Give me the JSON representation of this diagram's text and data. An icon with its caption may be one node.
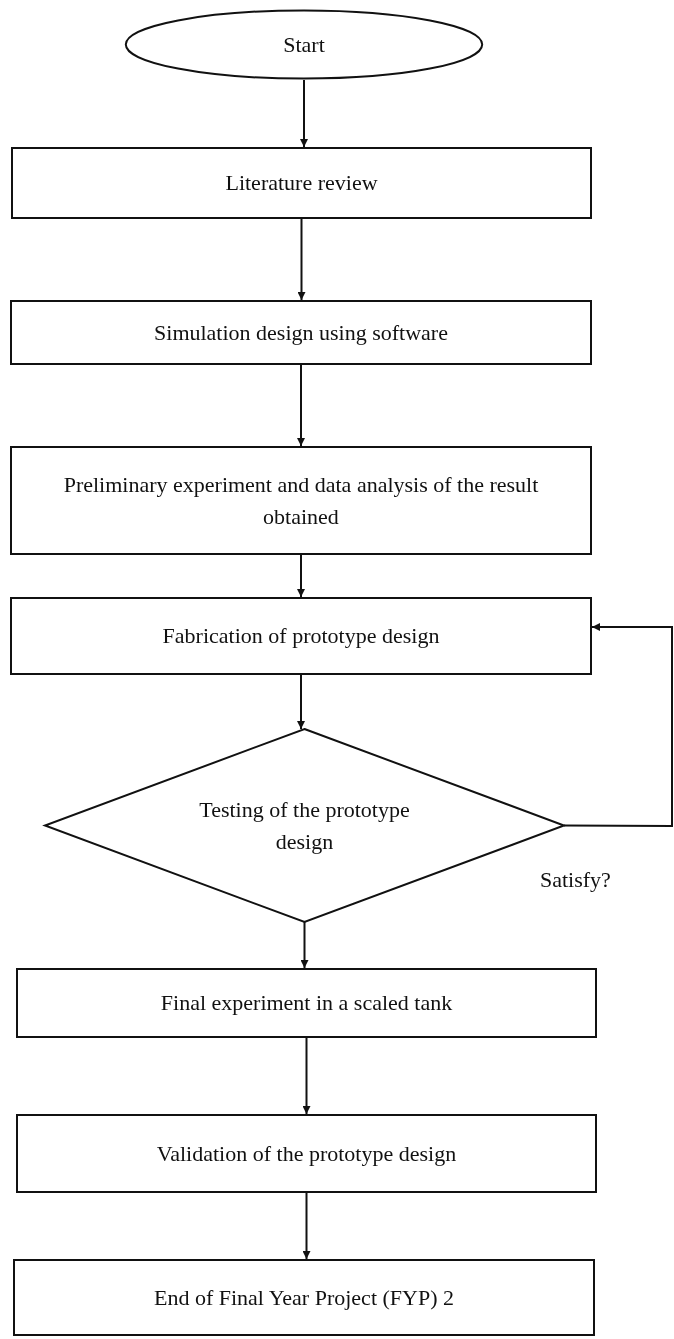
{
  "diagram": {
    "nodes": [
      {
        "text": [
          "Start"
        ]
      },
      {
        "text": [
          "Literature review"
        ]
      },
      {
        "text": [
          "Simulation design using software"
        ]
      },
      {
        "text": [
          "Preliminary experiment and data analysis of the result obtained"
        ]
      },
      {
        "text": [
          "Fabrication of prototype design"
        ]
      },
      {
        "text": [
          "Testing of the prototype design"
        ],
        "beside": [
          "Satisfy?"
        ]
      },
      {
        "text": [
          "Final experiment in a scaled tank"
        ]
      },
      {
        "text": [
          "Validation of the prototype design"
        ]
      },
      {
        "text": [
          "End of Final Year Project (FYP) 2"
        ]
      }
    ],
    "edges": [
      {
        "from": 0,
        "to": 1,
        "arrow": "to"
      },
      {
        "from": 1,
        "to": 2,
        "arrow": "to"
      },
      {
        "from": 2,
        "to": 3,
        "arrow": "to"
      },
      {
        "from": 3,
        "to": 4,
        "arrow": "to"
      },
      {
        "from": 4,
        "to": 5,
        "arrow": "to"
      },
      {
        "from": 5,
        "to": 4,
        "arrow": "to"
      },
      {
        "from": 5,
        "to": 6,
        "arrow": "to"
      },
      {
        "from": 6,
        "to": 7,
        "arrow": "to"
      },
      {
        "from": 7,
        "to": 8,
        "arrow": "to"
      }
    ]
  }
}
